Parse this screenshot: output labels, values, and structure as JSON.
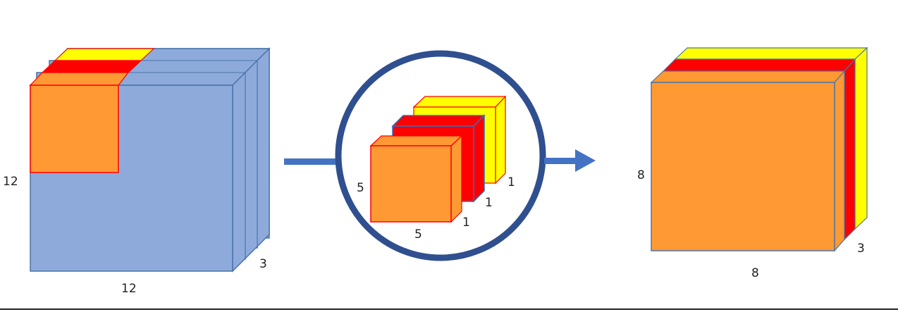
{
  "input_volume": {
    "height_label": "12",
    "width_label": "12",
    "depth_label": "3",
    "colors": {
      "volume": "#8eaadb",
      "edge": "#4a74a8",
      "patch_front": "#ff9933",
      "patch_mid": "#ff0000",
      "patch_back": "#ffff00",
      "patch_edge": "#ff0000"
    }
  },
  "kernels": {
    "height_label": "5",
    "width_label": "5",
    "depth_labels": [
      "1",
      "1",
      "1"
    ],
    "colors": {
      "ring": "#2f4f8f",
      "front": "#ff9933",
      "mid": "#ff0000",
      "back": "#ffff00"
    }
  },
  "output_volume": {
    "height_label": "8",
    "width_label": "8",
    "depth_label": "3",
    "colors": {
      "front": "#ff9933",
      "mid": "#ff0000",
      "back": "#ffff00",
      "edge": "#4a74a8"
    }
  },
  "arrow_color": "#4472c4"
}
